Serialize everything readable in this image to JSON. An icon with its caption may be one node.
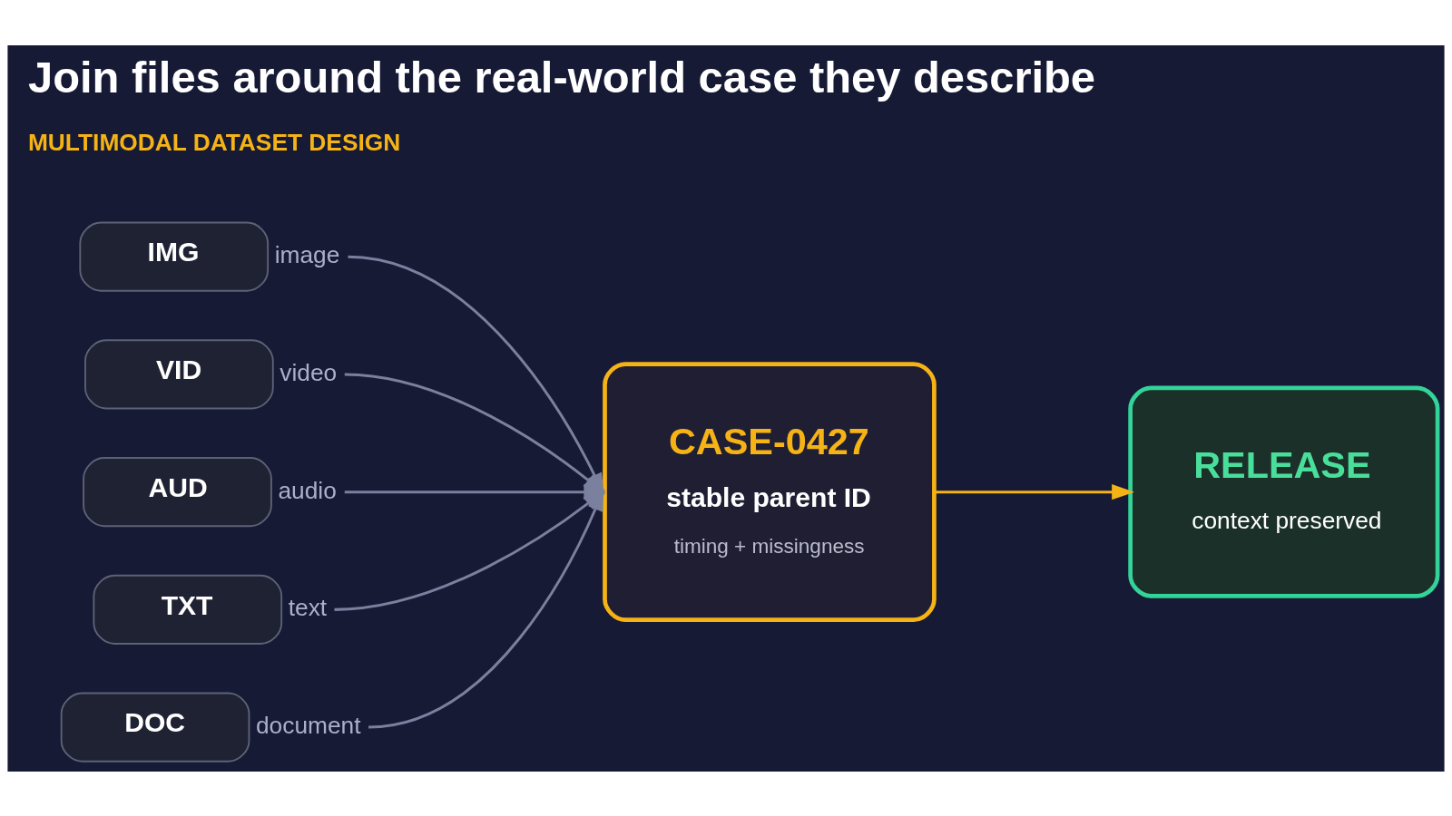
{
  "diagram": {
    "title": "Join files around the real-world case they describe",
    "nodes": [
      {
        "text": [
          "IMG"
        ],
        "beside": [
          "image"
        ]
      },
      {
        "text": [
          "VID"
        ],
        "beside": [
          "video"
        ]
      },
      {
        "text": [
          "AUD"
        ],
        "beside": [
          "audio"
        ]
      },
      {
        "text": [
          "TXT"
        ],
        "beside": [
          "text"
        ]
      },
      {
        "text": [
          "DOC"
        ],
        "beside": [
          "document"
        ]
      },
      {
        "text": [
          "CASE-0427",
          "stable parent ID",
          "timing + missingness"
        ]
      },
      {
        "text": [
          "RELEASE",
          "context preserved"
        ]
      }
    ],
    "edges": [
      {
        "from": 0,
        "to": 5,
        "arrow": "to"
      },
      {
        "from": 1,
        "to": 5,
        "arrow": "to"
      },
      {
        "from": 2,
        "to": 5,
        "arrow": "to"
      },
      {
        "from": 3,
        "to": 5,
        "arrow": "to"
      },
      {
        "from": 4,
        "to": 5,
        "arrow": "to"
      },
      {
        "from": 5,
        "to": 6,
        "arrow": "to",
        "color": "#f5b316"
      }
    ],
    "labels": [
      "MULTIMODAL DATASET DESIGN"
    ]
  }
}
